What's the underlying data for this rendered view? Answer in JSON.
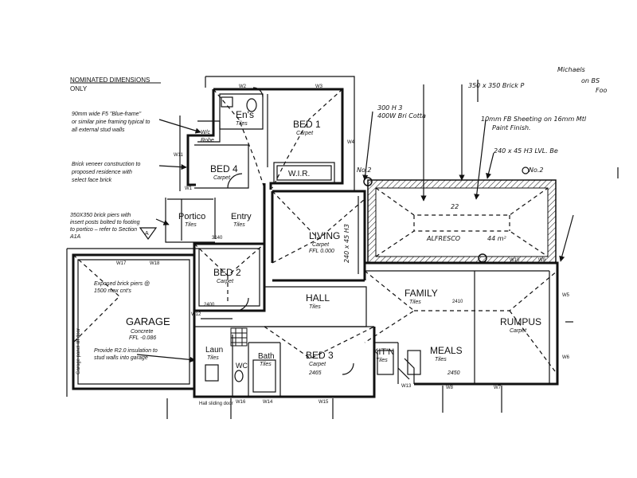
{
  "notes": {
    "nominated_1": "NOMINATED DIMENSIONS",
    "nominated_2": "ONLY",
    "frame_1": "90mm wide F5 \"Blue-frame\"",
    "frame_2": "or similar pine framing typical to",
    "frame_3": "all external stud walls",
    "veneer_1": "Brick veneer construction to",
    "veneer_2": "proposed residence with",
    "veneer_3": "select face brick",
    "pier_1": "350X350 brick piers with",
    "pier_2": "insert posts bolted to footing",
    "pier_3": "to portico – refer to Section",
    "pier_4": "A1A",
    "garage_piers_1": "Exposed brick piers @",
    "garage_piers_2": "1500 max cnt's",
    "insul_1": "Provide R2.0 insulation to",
    "insul_2": "stud walls into garage",
    "hand_300": "300 H 3",
    "hand_400": "400W Bri Cotta",
    "hand_350": "350 x 350 Brick P",
    "hand_fb1": "10mm FB Sheeting on 16mm Mtl",
    "hand_fb2": "Paint Finish.",
    "hand_lvl": "240 x 45 H3 LVL. Be",
    "hand_right1": "Michaels",
    "hand_right2": "on BS",
    "hand_right3": "Foo",
    "hand_no2": "No.2",
    "hand_no2b": "No.2",
    "hand_22": "22"
  },
  "rooms": {
    "ensuite": "En's",
    "ensuite_floor": "Tiles",
    "bed1": "BED 1",
    "bed1_floor": "Carpet",
    "bed4": "BED 4",
    "bed4_floor": "Carpet",
    "wir": "W.I.R.",
    "robe": "Robe",
    "wc": "W/c",
    "portico": "Portico",
    "portico_floor": "Tiles",
    "entry": "Entry",
    "entry_floor": "Tiles",
    "living": "LIVING",
    "living_floor": "Carpet",
    "living_fl": "FFL 0.000",
    "living_dim": "240 x 45 H3",
    "bed2": "BED 2",
    "bed2_floor": "Carpet",
    "hall": "HALL",
    "hall_floor": "Tiles",
    "family": "FAMILY",
    "family_floor": "Tiles",
    "alfresco": "ALFRESCO",
    "alfresco_area": "44 m²",
    "rumpus": "RUMPUS",
    "rumpus_floor": "Carpet",
    "garage": "GARAGE",
    "garage_floor": "Concrete",
    "garage_fl": "FFL -0.086",
    "laundry": "Laun",
    "laundry_floor": "Tiles",
    "wc2": "WC",
    "bath": "Bath",
    "bath_floor": "Tiles",
    "bed3": "BED 3",
    "bed3_floor": "Carpet",
    "kitchen": "KIT'N",
    "kitchen_floor": "Tiles",
    "meals": "MEALS",
    "meals_floor": "Tiles",
    "meals_dim": "2450",
    "dim_2465": "2465"
  },
  "labels": {
    "w17": "W17",
    "w18": "W18",
    "w10": "W10",
    "w9": "W9",
    "w13": "W13",
    "w14": "W14",
    "w16": "W16",
    "w15": "W15",
    "w1": "W1",
    "w2": "W2",
    "w3": "W3",
    "w4": "W4",
    "w5": "W5",
    "w6": "W6",
    "w7": "W7",
    "w8": "W8",
    "w11": "W11",
    "w12": "W12",
    "w18b": "W18",
    "d3140": "3140",
    "d2400": "2400",
    "d2410": "2410",
    "hall_door": "Hall sliding door",
    "garage_note": "Garage panel-lift door",
    "section": "A"
  }
}
